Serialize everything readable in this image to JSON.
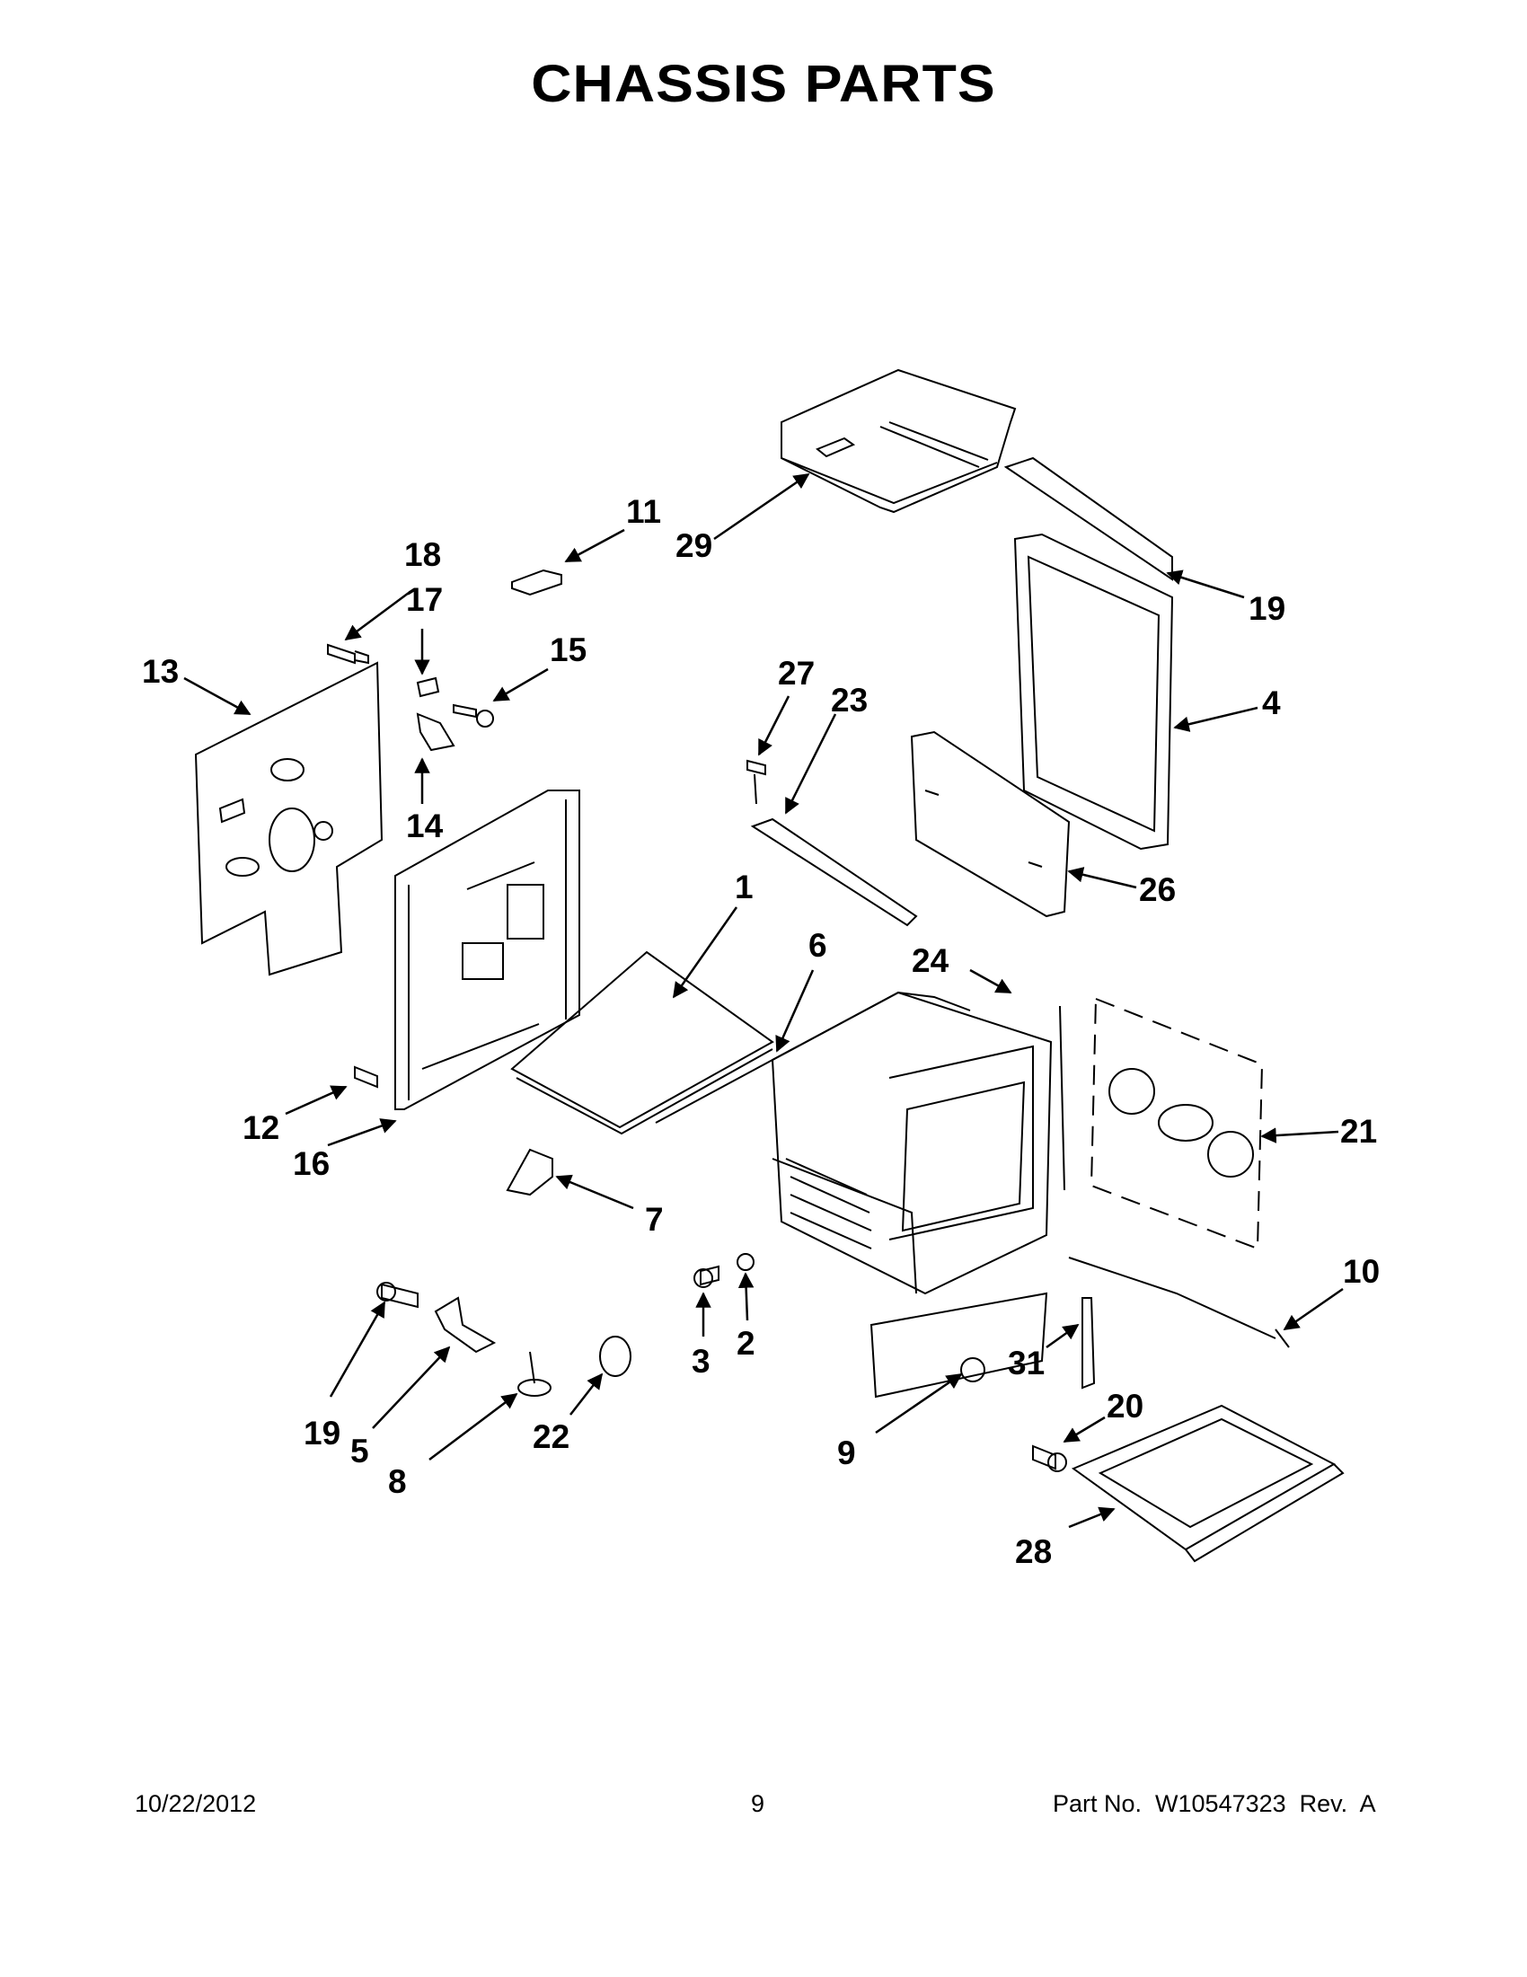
{
  "title": "CHASSIS PARTS",
  "callouts": [
    {
      "id": "c29",
      "label": "29"
    },
    {
      "id": "c11",
      "label": "11"
    },
    {
      "id": "c18",
      "label": "18"
    },
    {
      "id": "c17",
      "label": "17"
    },
    {
      "id": "c15",
      "label": "15"
    },
    {
      "id": "c13",
      "label": "13"
    },
    {
      "id": "c14",
      "label": "14"
    },
    {
      "id": "c19a",
      "label": "19"
    },
    {
      "id": "c4",
      "label": "4"
    },
    {
      "id": "c27",
      "label": "27"
    },
    {
      "id": "c23",
      "label": "23"
    },
    {
      "id": "c26",
      "label": "26"
    },
    {
      "id": "c1",
      "label": "1"
    },
    {
      "id": "c6",
      "label": "6"
    },
    {
      "id": "c24",
      "label": "24"
    },
    {
      "id": "c21",
      "label": "21"
    },
    {
      "id": "c12",
      "label": "12"
    },
    {
      "id": "c16",
      "label": "16"
    },
    {
      "id": "c7",
      "label": "7"
    },
    {
      "id": "c10",
      "label": "10"
    },
    {
      "id": "c3",
      "label": "3"
    },
    {
      "id": "c2",
      "label": "2"
    },
    {
      "id": "c31",
      "label": "31"
    },
    {
      "id": "c20",
      "label": "20"
    },
    {
      "id": "c19b",
      "label": "19"
    },
    {
      "id": "c5",
      "label": "5"
    },
    {
      "id": "c8",
      "label": "8"
    },
    {
      "id": "c22",
      "label": "22"
    },
    {
      "id": "c9",
      "label": "9"
    },
    {
      "id": "c28",
      "label": "28"
    }
  ],
  "footer": {
    "date": "10/22/2012",
    "page": "9",
    "part_number": "Part No.  W10547323  Rev.  A"
  }
}
